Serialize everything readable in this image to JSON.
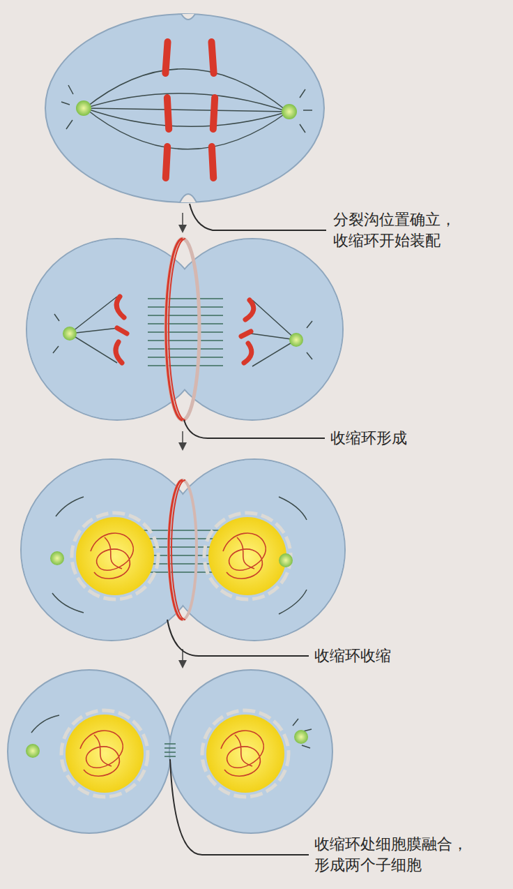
{
  "diagram": {
    "labels": [
      "分裂沟位置确立， 收缩环开始装配",
      "收缩环形成",
      "收缩环收缩",
      "收缩环处细胞膜融合， 形成两个子细胞"
    ]
  }
}
